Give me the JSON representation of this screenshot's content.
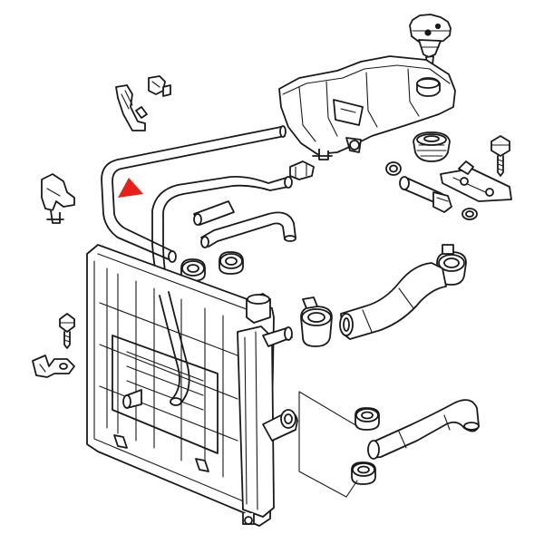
{
  "diagram": {
    "marker_color": "#e8201a",
    "line_color": "#1a1a1a",
    "background": "#ffffff",
    "components": [
      "radiator-cap",
      "expansion-tank",
      "tank-grommet",
      "hex-bolt",
      "mounting-bracket",
      "bleed-valve",
      "hose-clips",
      "tank-vent-hose",
      "bypass-pipe",
      "small-hoses",
      "radiator",
      "upper-radiator-hose",
      "lower-radiator-hose",
      "hose-clamps",
      "bracket-clips"
    ]
  }
}
